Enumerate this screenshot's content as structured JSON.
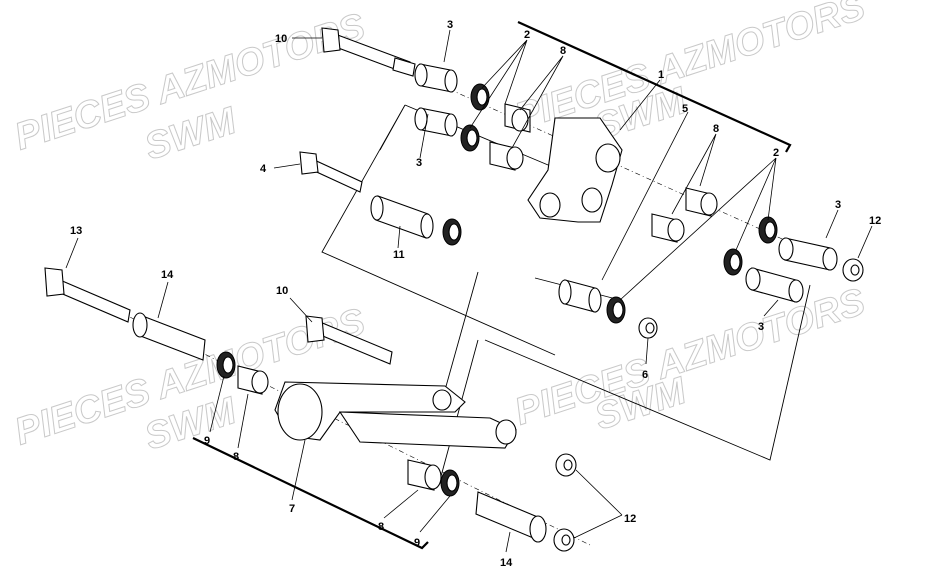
{
  "watermark": {
    "line1": "PIECES AZMOTORS",
    "line2": "SWM"
  },
  "callouts": {
    "c1": "1",
    "c2a": "2",
    "c2b": "2",
    "c3a": "3",
    "c3b": "3",
    "c3c": "3",
    "c3d": "3",
    "c4": "4",
    "c5": "5",
    "c6": "6",
    "c7": "7",
    "c8a": "8",
    "c8b": "8",
    "c8c": "8",
    "c8d": "8",
    "c9a": "9",
    "c9b": "9",
    "c10a": "10",
    "c10b": "10",
    "c11": "11",
    "c12a": "12",
    "c12b": "12",
    "c13": "13",
    "c14a": "14",
    "c14b": "14"
  }
}
